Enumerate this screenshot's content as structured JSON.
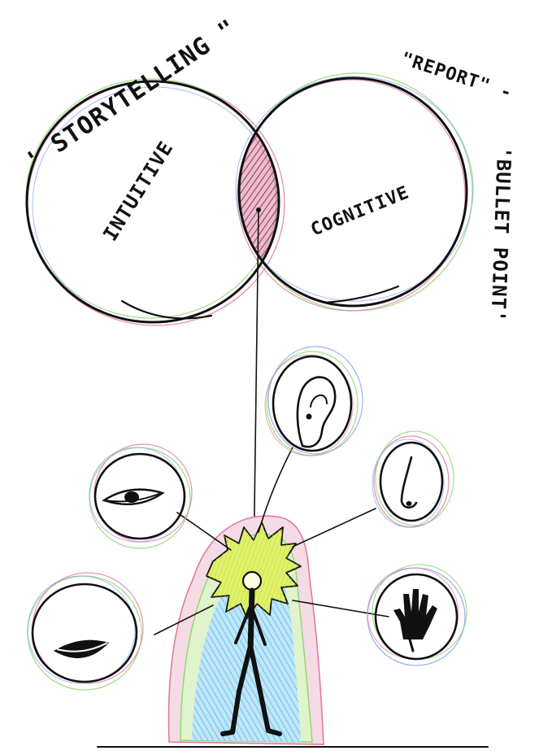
{
  "labels": {
    "left_quote": "' STORYTELLING \"",
    "right_quote_report": "\"REPORT\" -",
    "right_quote_bullet": "'BULLET POINT'",
    "left_circle": "INTUITIVE",
    "right_circle": "COGNITIVE"
  },
  "senses": [
    {
      "icon": "eye-icon"
    },
    {
      "icon": "ear-icon"
    },
    {
      "icon": "nose-icon"
    },
    {
      "icon": "mouth-icon"
    },
    {
      "icon": "hand-icon"
    }
  ],
  "colors": {
    "paper": "#ffffff",
    "ink": "#111111",
    "overlap_fill": "#b3385e",
    "aura_pink": "#e07aa0",
    "aura_green": "#8fd66a",
    "aura_blue": "#7fc8ef",
    "burst_yellow": "#d9ee57"
  }
}
